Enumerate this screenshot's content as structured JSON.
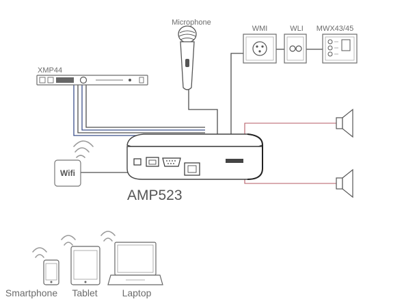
{
  "labels": {
    "microphone": "Microphone",
    "wmi": "WMI",
    "wli": "WLI",
    "mwx": "MWX43/45",
    "xmp44": "XMP44",
    "wifi": "Wifi",
    "amp": "AMP523",
    "smartphone": "Smartphone",
    "tablet": "Tablet",
    "laptop": "Laptop"
  },
  "colors": {
    "cable_dark": "#4d4d4d",
    "cable_blue": "#3b4f8a",
    "speaker_cable": "#b45a63",
    "device_outline": "#6a6a6a",
    "label_text": "#6b6b6b"
  }
}
